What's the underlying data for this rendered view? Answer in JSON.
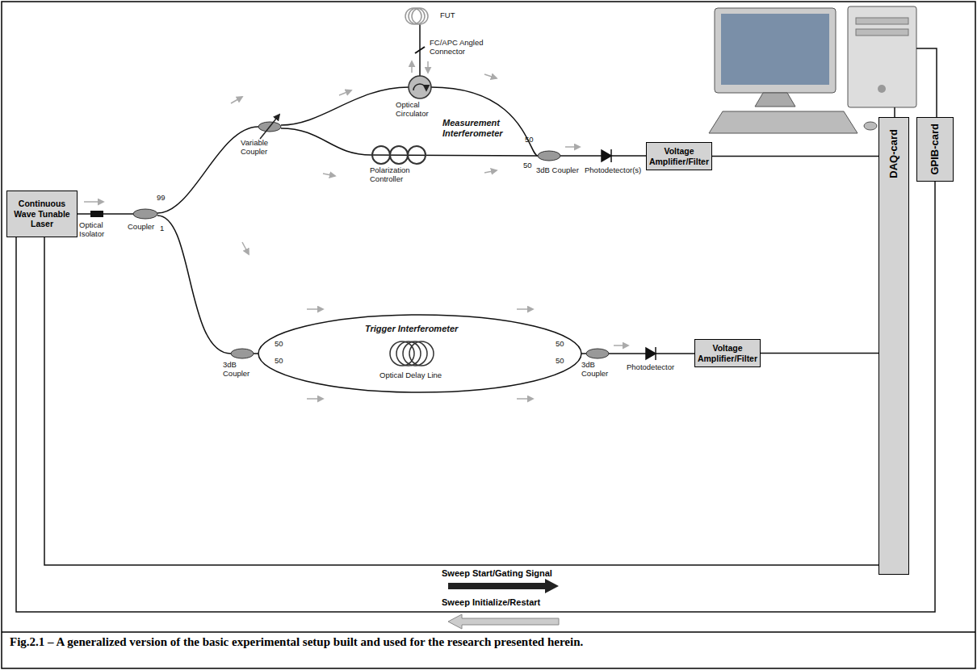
{
  "diagram": {
    "caption": "Fig.2.1 – A generalized version of the basic experimental setup built and used for the research presented herein.",
    "nodes": [
      {
        "text": [
          "Continuous Wave Tunable Laser"
        ]
      },
      {
        "text": [
          "Voltage Amplifier/Filter"
        ]
      },
      {
        "text": [
          "Voltage Amplifier/Filter"
        ]
      },
      {
        "text": [
          "DAQ-card"
        ]
      },
      {
        "text": [
          "GPIB-card"
        ]
      }
    ],
    "edges": [
      {
        "from": 1,
        "to": 3,
        "arrow": "none"
      },
      {
        "from": 2,
        "to": 3,
        "arrow": "none"
      },
      {
        "from": 0,
        "to": 3,
        "label": "Sweep Start/Gating Signal",
        "arrow": "none"
      },
      {
        "from": 4,
        "to": 0,
        "label": "Sweep Initialize/Restart",
        "arrow": "none"
      }
    ],
    "labels": [
      "Optical Isolator",
      "Coupler",
      "1",
      "99",
      "Variable Coupler",
      "FUT",
      "FC/APC Angled Connector",
      "Optical Circulator",
      "Measurement Interferometer",
      "Polarization Controller",
      "50",
      "50",
      "3dB Coupler",
      "Photodetector(s)",
      "3dB Coupler",
      "50",
      "50",
      "Trigger Interferometer",
      "Optical Delay Line",
      "50",
      "50",
      "3dB Coupler",
      "Photodetector"
    ]
  }
}
